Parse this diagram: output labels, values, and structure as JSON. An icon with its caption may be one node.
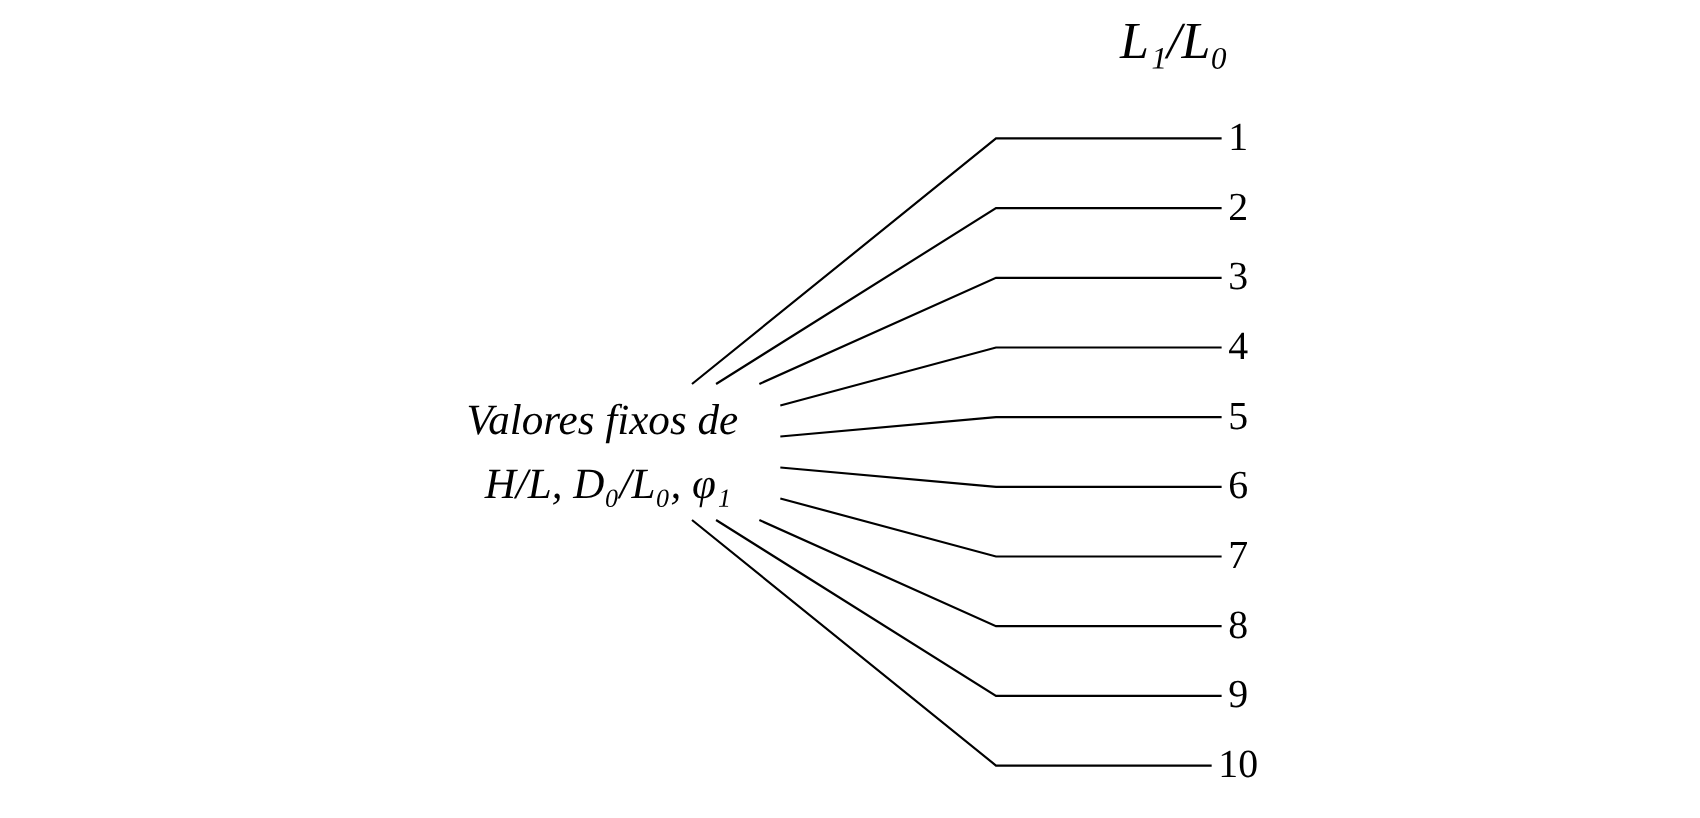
{
  "diagram": {
    "nodes": [
      {
        "text": [
          "Valores fixos de H/L, D₀/L₀, φ₁"
        ]
      },
      {
        "text": [
          "1"
        ]
      },
      {
        "text": [
          "2"
        ]
      },
      {
        "text": [
          "3"
        ]
      },
      {
        "text": [
          "4"
        ]
      },
      {
        "text": [
          "5"
        ]
      },
      {
        "text": [
          "6"
        ]
      },
      {
        "text": [
          "7"
        ]
      },
      {
        "text": [
          "8"
        ]
      },
      {
        "text": [
          "9"
        ]
      },
      {
        "text": [
          "10"
        ]
      }
    ],
    "edges": [
      {
        "from": 0,
        "to": 1,
        "arrow": "none"
      },
      {
        "from": 0,
        "to": 2,
        "arrow": "none"
      },
      {
        "from": 0,
        "to": 3,
        "arrow": "none"
      },
      {
        "from": 0,
        "to": 4,
        "arrow": "none"
      },
      {
        "from": 0,
        "to": 5,
        "arrow": "none"
      },
      {
        "from": 0,
        "to": 6,
        "arrow": "none"
      },
      {
        "from": 0,
        "to": 7,
        "arrow": "none"
      },
      {
        "from": 0,
        "to": 8,
        "arrow": "none"
      },
      {
        "from": 0,
        "to": 9,
        "arrow": "none"
      },
      {
        "from": 0,
        "to": 10,
        "arrow": "none"
      }
    ],
    "labels": [
      "L₁/L₀"
    ]
  }
}
